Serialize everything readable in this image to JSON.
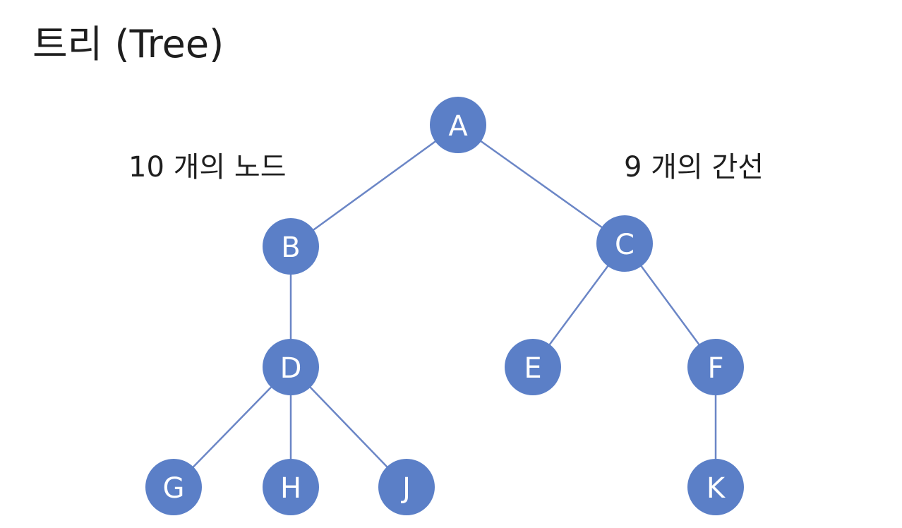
{
  "title": "트리 (Tree)",
  "annotations": {
    "node_count": "10 개의 노드",
    "edge_count": "9 개의 간선"
  },
  "tree": {
    "node_color": "#5b7fc7",
    "edge_color": "#6b86c6",
    "label_color": "#ffffff",
    "nodes": [
      {
        "id": "A",
        "label": "A"
      },
      {
        "id": "B",
        "label": "B"
      },
      {
        "id": "C",
        "label": "C"
      },
      {
        "id": "D",
        "label": "D"
      },
      {
        "id": "E",
        "label": "E"
      },
      {
        "id": "F",
        "label": "F"
      },
      {
        "id": "G",
        "label": "G"
      },
      {
        "id": "H",
        "label": "H"
      },
      {
        "id": "J",
        "label": "J"
      },
      {
        "id": "K",
        "label": "K"
      }
    ],
    "edges": [
      {
        "from": "A",
        "to": "B"
      },
      {
        "from": "A",
        "to": "C"
      },
      {
        "from": "B",
        "to": "D"
      },
      {
        "from": "C",
        "to": "E"
      },
      {
        "from": "C",
        "to": "F"
      },
      {
        "from": "D",
        "to": "G"
      },
      {
        "from": "D",
        "to": "H"
      },
      {
        "from": "D",
        "to": "J"
      },
      {
        "from": "F",
        "to": "K"
      }
    ]
  }
}
